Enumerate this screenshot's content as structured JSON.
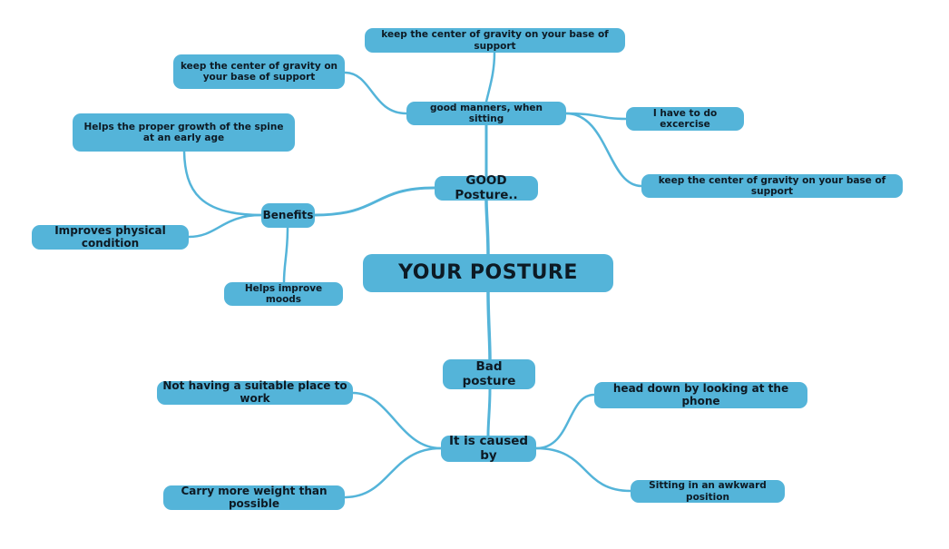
{
  "nodes": {
    "root": "YOUR POSTURE",
    "good": "GOOD Posture..",
    "manners": "good manners, when sitting",
    "manners_top": "keep the center of gravity on your base of support",
    "manners_left": "keep the center of gravity on your base of support",
    "exercise": "I have to do excercise",
    "manners_right": "keep the center of gravity on your base of support",
    "benefits": "Benefits",
    "spine": "Helps the proper growth of the spine at an early age",
    "physical": "Improves physical condition",
    "moods": "Helps improve moods",
    "bad": "Bad posture",
    "caused": "It is caused by",
    "noplace": "Not having a suitable place to work",
    "weight": "Carry more weight than possible",
    "headdown": "head down by looking at the phone",
    "awkward": "Sitting in an awkward position"
  },
  "colors": {
    "node": "#54b4d9",
    "link": "#54b4d9",
    "text": "#0d1a24"
  }
}
